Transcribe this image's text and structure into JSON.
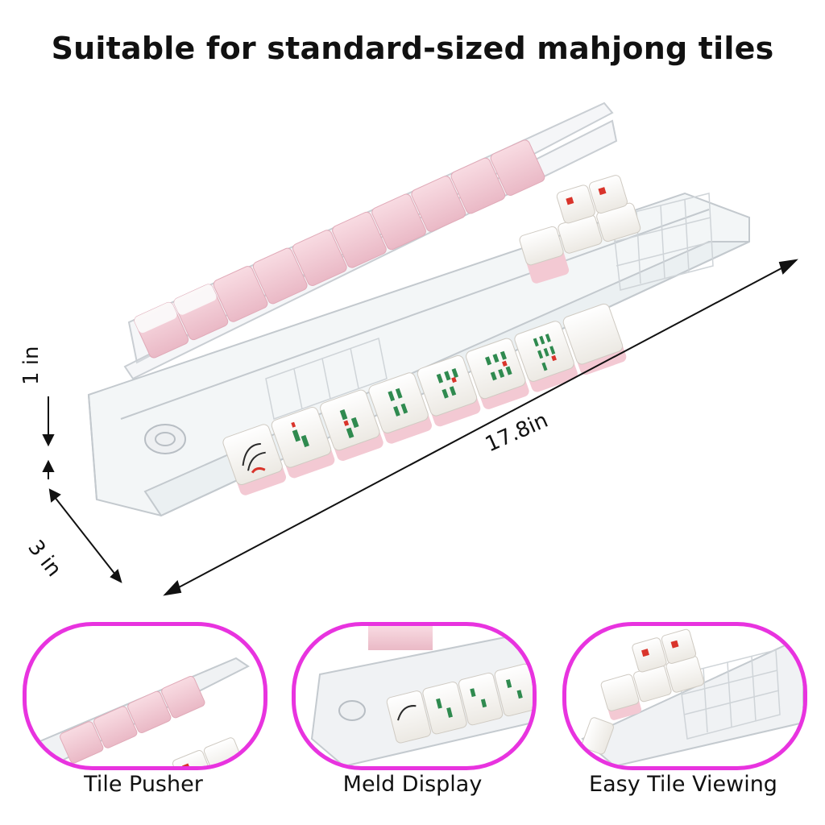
{
  "headline": "Suitable for standard-sized mahjong tiles",
  "dimensions": {
    "length": "17.8in",
    "height": "1 in",
    "width": "3 in"
  },
  "features": [
    {
      "caption": "Tile Pusher"
    },
    {
      "caption": "Meld Display"
    },
    {
      "caption": "Easy Tile Viewing"
    }
  ],
  "colors": {
    "accent_oval": "#e833df",
    "tile_pink": "#f3c9d3",
    "tile_face": "#f7f5f1",
    "acrylic": "#dfe3e6"
  }
}
